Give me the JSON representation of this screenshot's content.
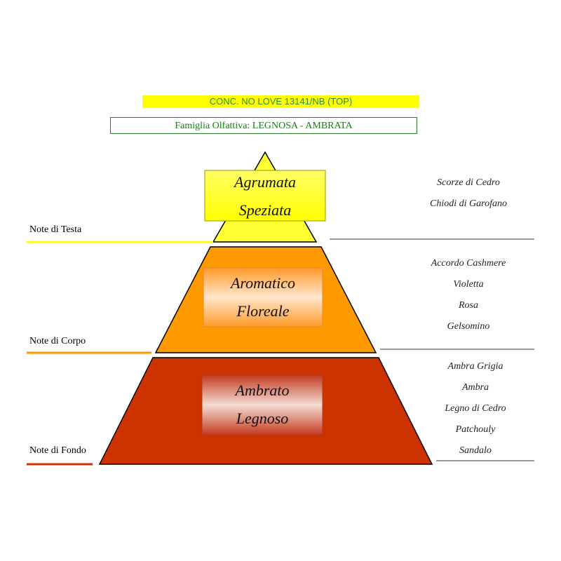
{
  "title": "CONC. NO LOVE 13141/NB (TOP)",
  "family": "Famiglia Olfattiva: LEGNOSA - AMBRATA",
  "levels": [
    {
      "label": "Note di Testa",
      "category": [
        "Agrumata",
        "Speziata"
      ],
      "notes": [
        "Scorze di Cedro",
        "Chiodi di Garofano"
      ],
      "color": "#ffff33"
    },
    {
      "label": "Note di Corpo",
      "category": [
        "Aromatico",
        "Floreale"
      ],
      "notes": [
        "Accordo  Cashmere",
        "Violetta",
        "Rosa",
        "Gelsomino"
      ],
      "color": "#ff9900"
    },
    {
      "label": "Note di Fondo",
      "category": [
        "Ambrato",
        "Legnoso"
      ],
      "notes": [
        "Ambra Grigia",
        "Ambra",
        "Legno di Cedro",
        "Patchouly",
        "Sandalo"
      ],
      "color": "#cc3300"
    }
  ]
}
